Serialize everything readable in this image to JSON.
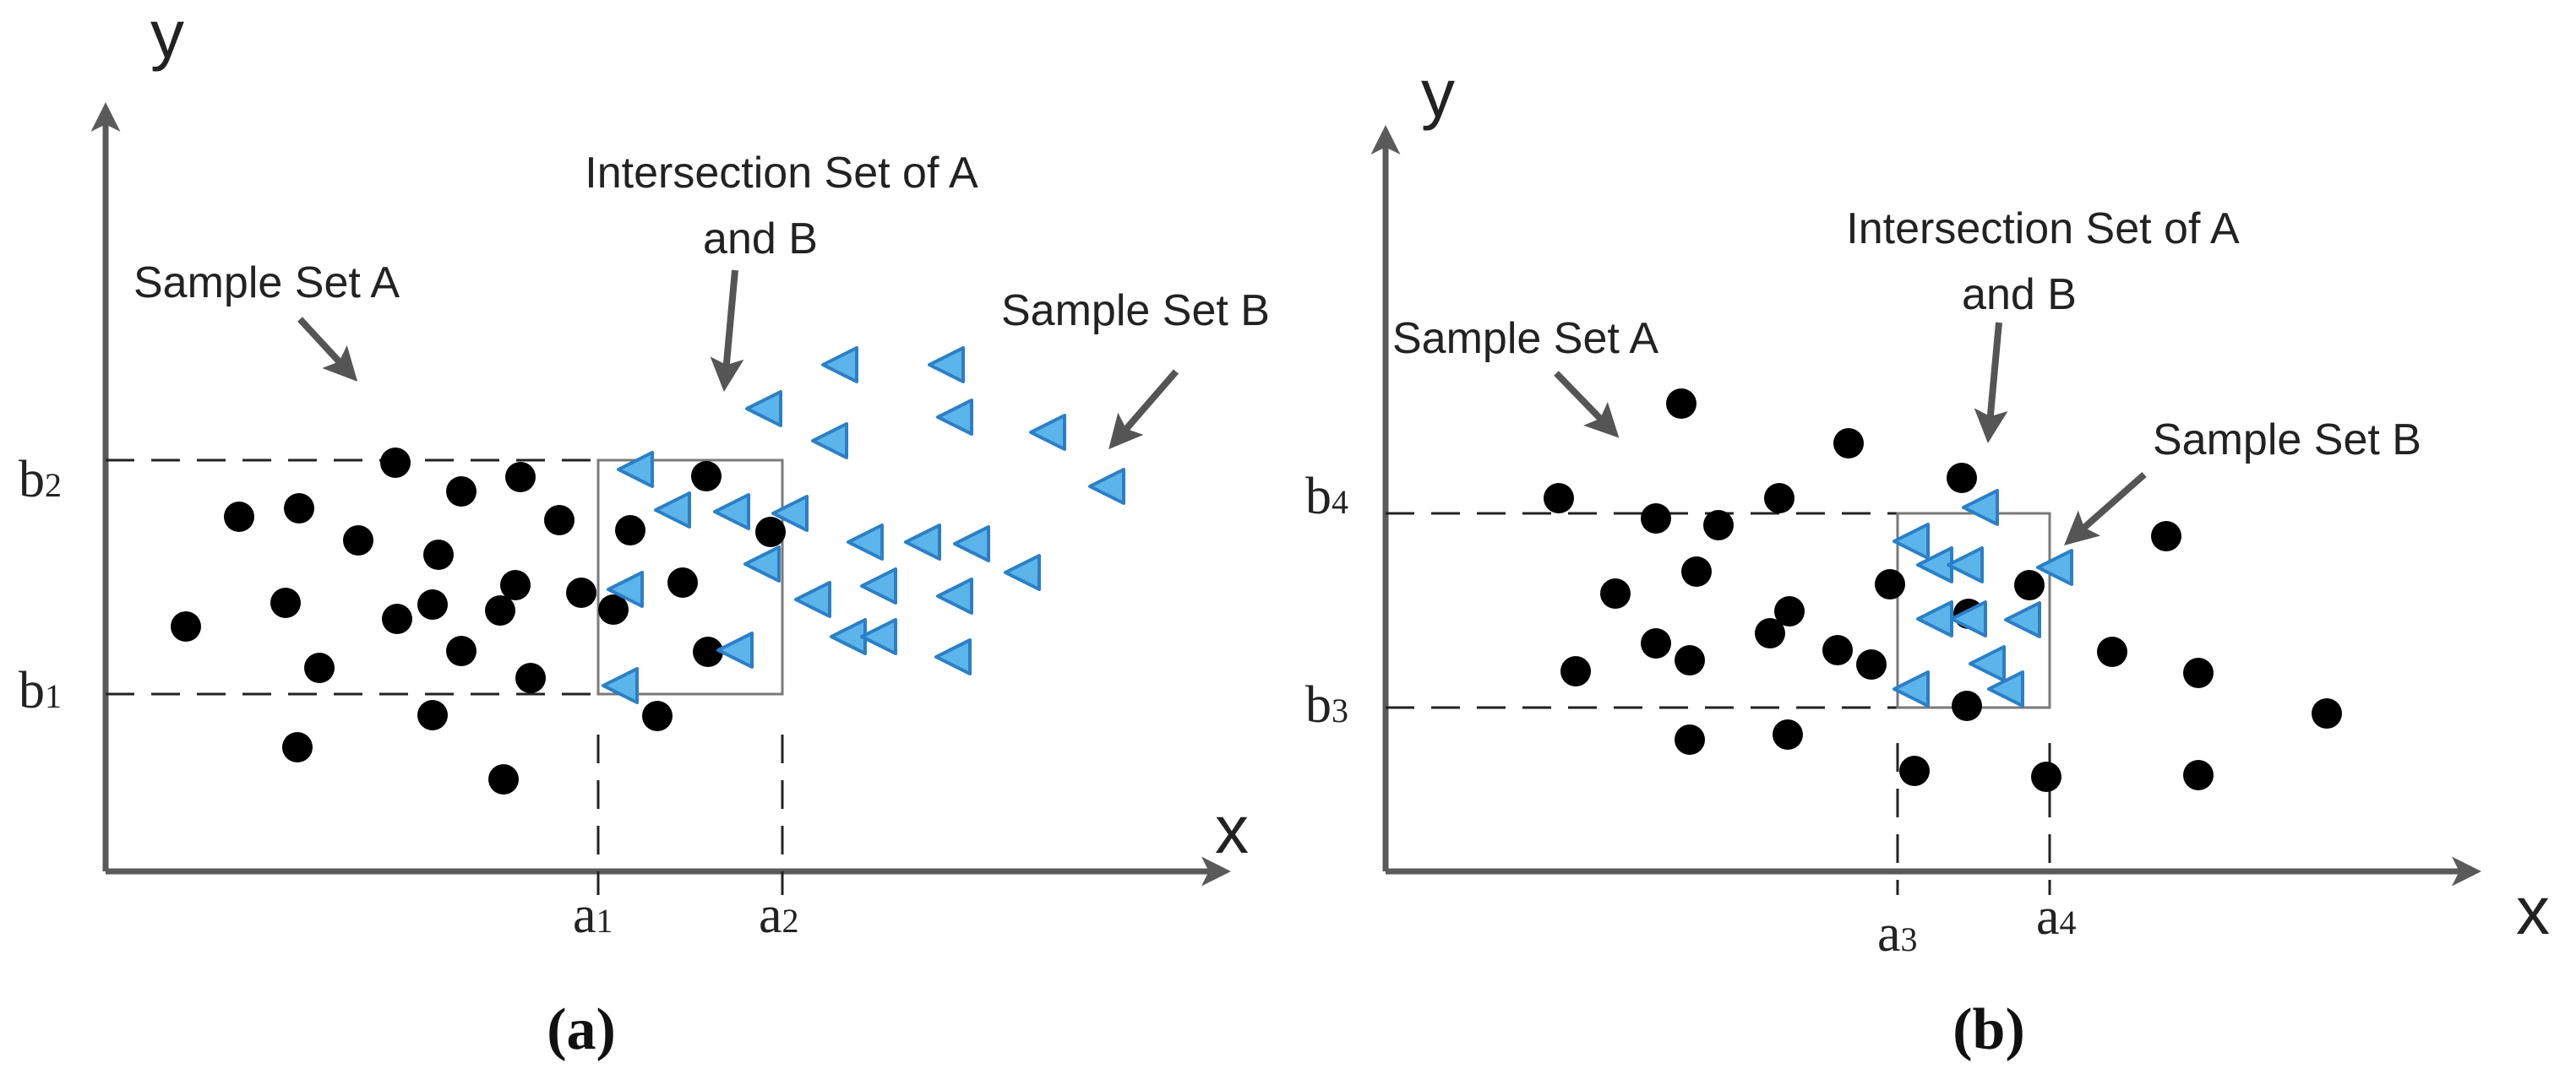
{
  "colors": {
    "axis": "#5a5a5a",
    "dot": "#000000",
    "triangle_fill": "#5bb4ea",
    "triangle_stroke": "#2b7fc6",
    "box": "#7a7a7a",
    "arrow": "#555555",
    "text": "#222222"
  },
  "marker_shapes": {
    "sample_set_a": "filled-black-circle",
    "sample_set_b": "blue-left-pointing-triangle"
  },
  "panels": [
    {
      "caption": "(a)",
      "x_axis_label": "x",
      "y_axis_label": "y",
      "labels": {
        "set_a": "Sample Set A",
        "set_b": "Sample Set B",
        "intersection_line1": "Intersection Set of A",
        "intersection_line2": "and B"
      },
      "ticks": {
        "x1": {
          "base": "a",
          "sub": "1"
        },
        "x2": {
          "base": "a",
          "sub": "2"
        },
        "y1": {
          "base": "b",
          "sub": "1"
        },
        "y2": {
          "base": "b",
          "sub": "2"
        }
      }
    },
    {
      "caption": "(b)",
      "x_axis_label": "x",
      "y_axis_label": "y",
      "labels": {
        "set_a": "Sample Set A",
        "set_b": "Sample Set B",
        "intersection_line1": "Intersection Set of A",
        "intersection_line2": "and B"
      },
      "ticks": {
        "x1": {
          "base": "a",
          "sub": "3"
        },
        "x2": {
          "base": "a",
          "sub": "4"
        },
        "y1": {
          "base": "b",
          "sub": "3"
        },
        "y2": {
          "base": "b",
          "sub": "4"
        }
      }
    }
  ]
}
